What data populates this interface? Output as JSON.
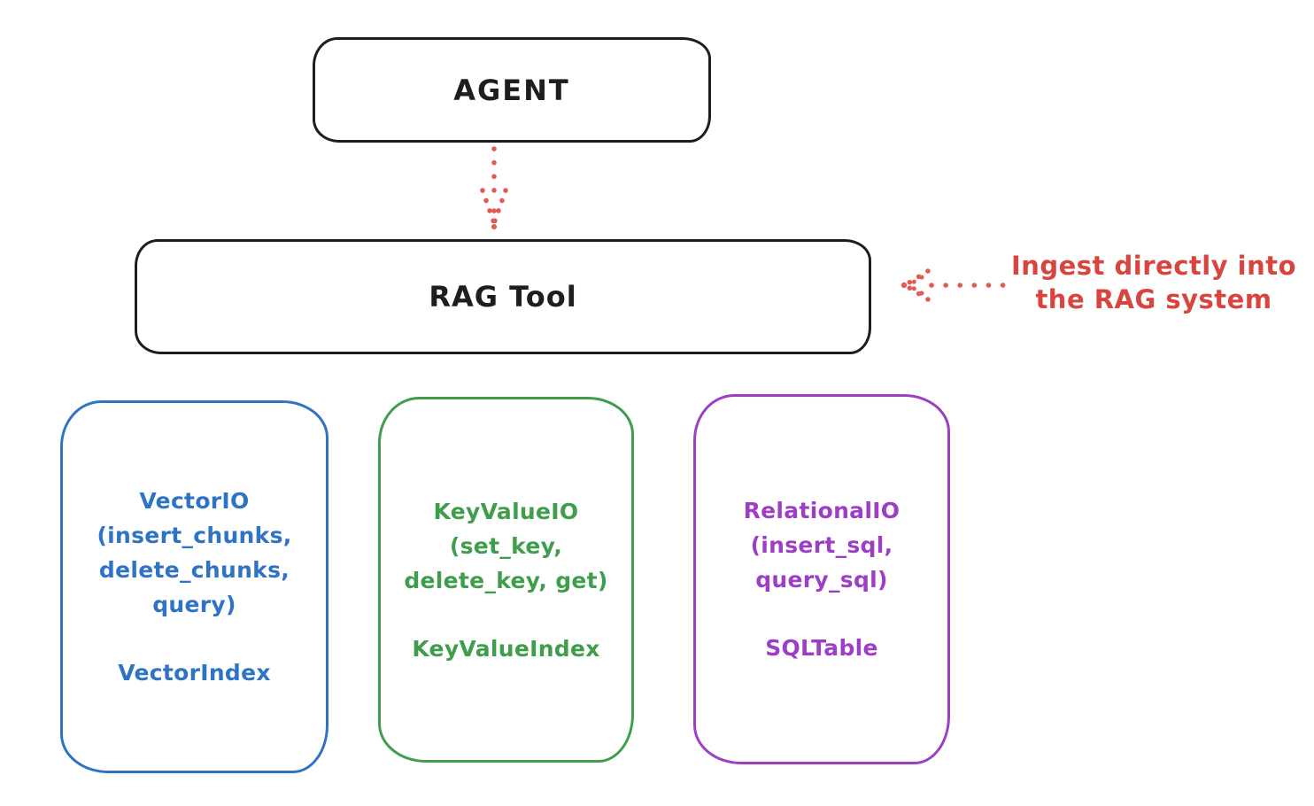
{
  "agent_box": {
    "label": "AGENT"
  },
  "rag_tool_box": {
    "label": "RAG Tool"
  },
  "annotation": {
    "line1": "Ingest directly into",
    "line2": "the RAG system"
  },
  "cards": [
    {
      "lines": [
        "VectorIO",
        "(insert_chunks,",
        "delete_chunks,",
        "query)"
      ],
      "index_label": "VectorIndex",
      "color": "#2f73c5"
    },
    {
      "lines": [
        "KeyValueIO",
        "(set_key,",
        "delete_key, get)"
      ],
      "index_label": "KeyValueIndex",
      "color": "#3f9e4c"
    },
    {
      "lines": [
        "RelationalIO",
        "(insert_sql,",
        "query_sql)"
      ],
      "index_label": "SQLTable",
      "color": "#9d3fc6"
    }
  ],
  "colors": {
    "stroke": "#1e1e1e",
    "annotation_red": "#d8453e",
    "arrow_red": "#e15b52",
    "blue": "#2f73c5",
    "green": "#3f9e4c",
    "purple": "#9d3fc6",
    "background": "#ffffff"
  },
  "icons": {
    "agent_to_rag_arrow": "dotted-down-arrow-icon",
    "ingest_arrow": "dotted-left-arrow-icon"
  }
}
